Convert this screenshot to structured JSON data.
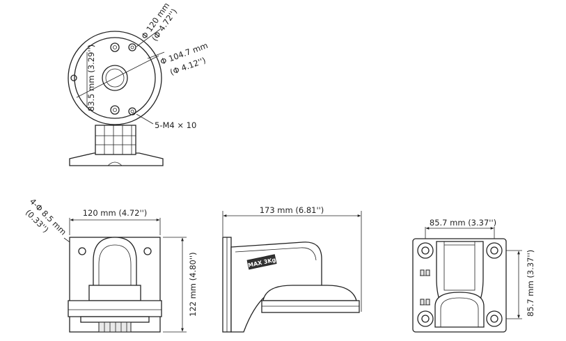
{
  "top_view": {
    "outer_diameter_label": "Φ 120 mm",
    "outer_diameter_inch": "(Φ 4.72'')",
    "inner_diameter_label": "Φ 104.7 mm",
    "inner_diameter_inch": "(Φ 4.12'')",
    "hole_spacing_label": "83.5 mm (3.29'')",
    "screw_label": "5-M4 × 10"
  },
  "front_view": {
    "hole_label_line1": "4-Φ 8.5 mm",
    "hole_label_line2": "(0.33'')",
    "width_label": "120 mm (4.72'')",
    "height_label": "122 mm (4.80'')"
  },
  "side_view": {
    "depth_label": "173 mm (6.81'')",
    "max_label": "MAX 3Kg"
  },
  "back_view": {
    "hole_width_label": "85.7 mm (3.37'')",
    "hole_height_label": "85.7 mm (3.37'')"
  }
}
